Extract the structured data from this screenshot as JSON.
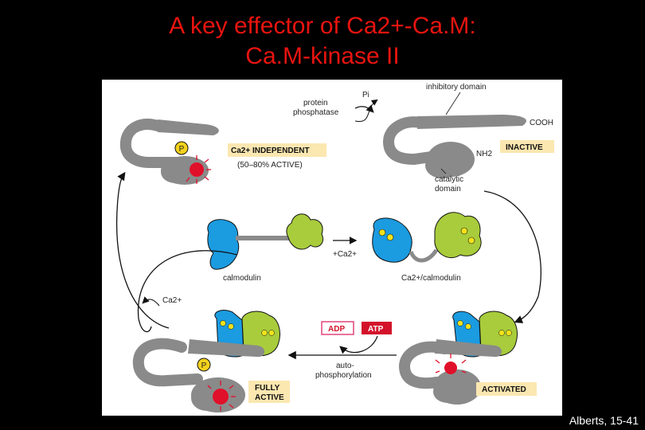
{
  "title": {
    "line1": "A key effector of Ca2+-Ca.M:",
    "line2": "Ca.M-kinase II"
  },
  "credit": "Alberts, 15-41",
  "labels": {
    "protein": "protein",
    "phosphatase": "phosphatase",
    "pi": "Pi",
    "inhibitory_domain": "inhibitory domain",
    "cooh": "COOH",
    "nh2": "NH2",
    "inactive": "INACTIVE",
    "catalytic": "catalytic",
    "domain": "domain",
    "phospho": "P",
    "ca2_independent": "Ca2+ INDEPENDENT",
    "percent_active": "(50–80% ACTIVE)",
    "calmodulin": "calmodulin",
    "plus_ca": "+Ca2+",
    "ca_calmodulin": "Ca2+/calmodulin",
    "ca_release": "Ca2+",
    "adp": "ADP",
    "atp": "ATP",
    "auto": "auto-",
    "phosphorylation": "phosphorylation",
    "fully": "FULLY",
    "active": "ACTIVE",
    "activated": "ACTIVATED"
  },
  "colors": {
    "title": "#e8140f",
    "kinase": "#8a8a8a",
    "calmodulin_n": "#1b9be0",
    "calmodulin_c": "#a8cc3c",
    "calcium": "#f2e21c",
    "phosphate": "#f3d21c",
    "active_site": "#e0102a",
    "label_box": "#fbe7b0",
    "atp_box": "#d3122a",
    "adp_border": "#e0457b"
  }
}
